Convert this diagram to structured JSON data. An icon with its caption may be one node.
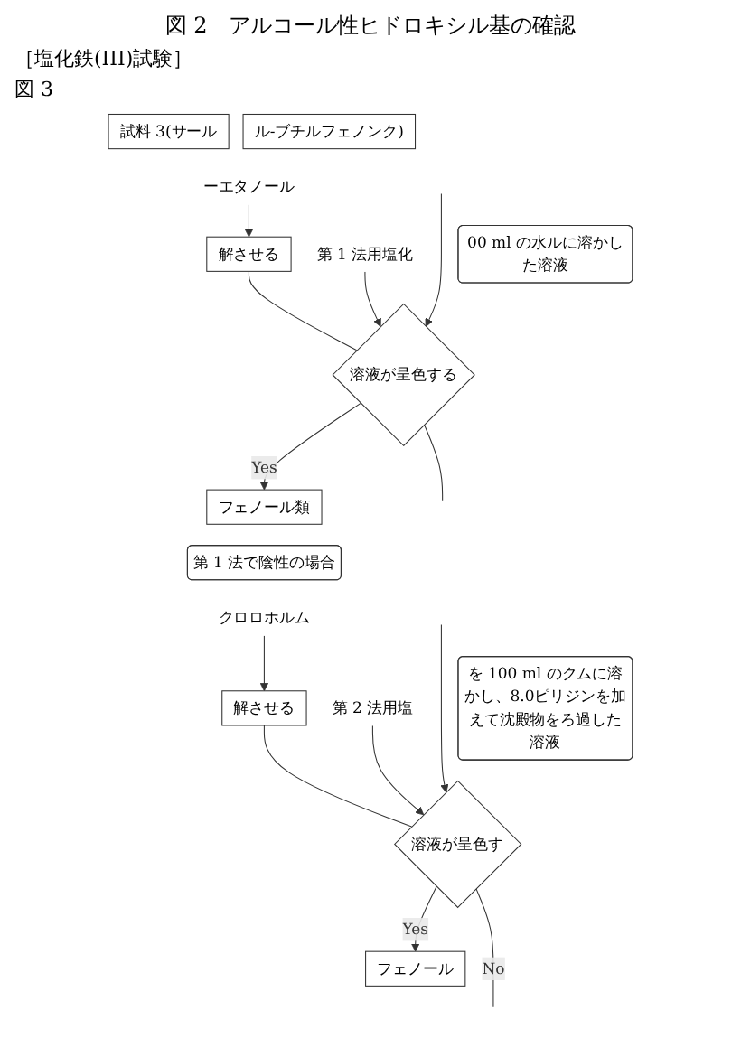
{
  "diagram": {
    "title": "図 2　アルコール性ヒドロキシル基の確認",
    "nodes": [
      {
        "text": [
          "試料 3(サール"
        ]
      },
      {
        "text": [
          "ル-ブチルフェノンク)"
        ]
      },
      {
        "text": [
          "ーエタノール"
        ]
      },
      {
        "text": [
          "解させる"
        ]
      },
      {
        "text": [
          "第 1 法用塩化"
        ]
      },
      {
        "text": [
          "溶液が呈色する"
        ]
      },
      {
        "text": [
          "フェノール類"
        ]
      },
      {
        "text": [
          "00 ml の水ルに溶かした溶液"
        ]
      },
      {
        "text": [
          "第 1 法で陰性の場合"
        ]
      },
      {
        "text": [
          "クロロホルム"
        ]
      },
      {
        "text": [
          "解させる"
        ]
      },
      {
        "text": [
          "第 2 法用塩"
        ]
      },
      {
        "text": [
          "溶液が呈色す"
        ]
      },
      {
        "text": [
          "フェノール"
        ]
      },
      {
        "text": [
          "を 100 ml のクムに溶かし、8.0ピリジンを加えて沈殿物をろ過した溶液"
        ]
      }
    ],
    "edges": [
      {
        "from": 2,
        "to": 3,
        "arrow": "to"
      },
      {
        "from": 3,
        "to": 5,
        "arrow": "none"
      },
      {
        "from": 4,
        "to": 5,
        "arrow": "to"
      },
      {
        "from": null,
        "to": 5,
        "arrow": "to"
      },
      {
        "from": 5,
        "to": null,
        "arrow": "none"
      },
      {
        "from": 5,
        "to": 6,
        "arrow": "to",
        "label": "Yes"
      },
      {
        "from": 9,
        "to": 10,
        "arrow": "to"
      },
      {
        "from": 10,
        "to": 12,
        "arrow": "none"
      },
      {
        "from": 11,
        "to": 12,
        "arrow": "to"
      },
      {
        "from": null,
        "to": 12,
        "arrow": "to"
      },
      {
        "from": 12,
        "to": null,
        "arrow": "none",
        "label": "No"
      },
      {
        "from": 12,
        "to": 13,
        "arrow": "to",
        "label": "Yes"
      }
    ],
    "labels": [
      "［塩化鉄(III)試験］",
      "図 3"
    ]
  }
}
